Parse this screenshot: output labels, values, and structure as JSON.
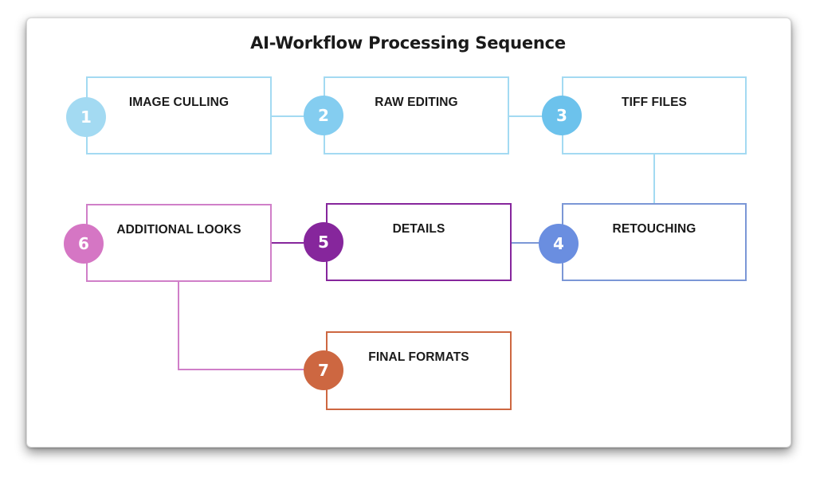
{
  "diagram": {
    "title": "AI-Workflow Processing Sequence",
    "steps": [
      {
        "number": "1",
        "label": "IMAGE CULLING",
        "circle_color": "#a3daf2",
        "border_color": "#a3daf2"
      },
      {
        "number": "2",
        "label": "RAW EDITING",
        "circle_color": "#84cdf0",
        "border_color": "#a3daf2"
      },
      {
        "number": "3",
        "label": "TIFF FILES",
        "circle_color": "#6cc2ec",
        "border_color": "#a3daf2"
      },
      {
        "number": "4",
        "label": "RETOUCHING",
        "circle_color": "#6a8ee0",
        "border_color": "#7b97d6"
      },
      {
        "number": "5",
        "label": "DETAILS",
        "circle_color": "#86269c",
        "border_color": "#86269c"
      },
      {
        "number": "6",
        "label": "ADDITIONAL LOOKS",
        "circle_color": "#d576c4",
        "border_color": "#d07fc8"
      },
      {
        "number": "7",
        "label": "FINAL FORMATS",
        "circle_color": "#cd6741",
        "border_color": "#cd6741"
      }
    ],
    "connector_colors": {
      "step1_to_step2": "#a3daf2",
      "step2_to_step3": "#a3daf2",
      "step3_to_step4": "#a3daf2",
      "step4_to_step5": "#7b97d6",
      "step5_to_step6": "#86269c",
      "step6_to_step7": "#d07fc8"
    }
  }
}
